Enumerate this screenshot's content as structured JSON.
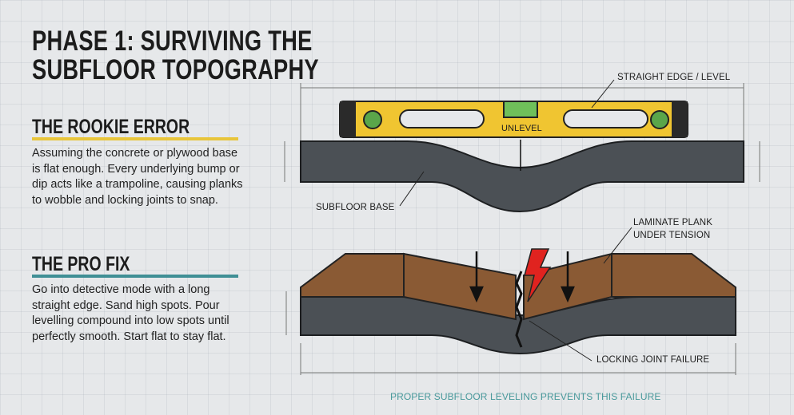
{
  "title": {
    "line1": "PHASE 1: SURVIVING THE",
    "line2": "SUBFLOOR TOPOGRAPHY"
  },
  "rookie": {
    "heading": "THE ROOKIE ERROR",
    "accent": "#e8c53a",
    "text": "Assuming the concrete or plywood base is flat enough. Every underlying bump or dip acts like a trampoline, causing planks to wobble and locking joints to snap."
  },
  "pro": {
    "heading": "THE PRO FIX",
    "accent": "#3f8f95",
    "text": "Go into detective mode with a long straight edge. Sand high spots. Pour levelling compound into low spots until perfectly smooth. Start flat to stay flat."
  },
  "diagram": {
    "level_label": "STRAIGHT EDGE / LEVEL",
    "level_text": "UNLEVEL",
    "subfloor_label": "SUBFLOOR BASE",
    "plank_label_1": "LAMINATE PLANK",
    "plank_label_2": "UNDER TENSION",
    "joint_label": "LOCKING JOINT FAILURE",
    "footer": "PROPER SUBFLOOR LEVELING PREVENTS THIS FAILURE",
    "colors": {
      "level": "#f0c531",
      "concrete": "#4b5055",
      "wood": "#8a5a34",
      "bolt": "#e0231f",
      "footer": "#4a9a9c"
    }
  }
}
